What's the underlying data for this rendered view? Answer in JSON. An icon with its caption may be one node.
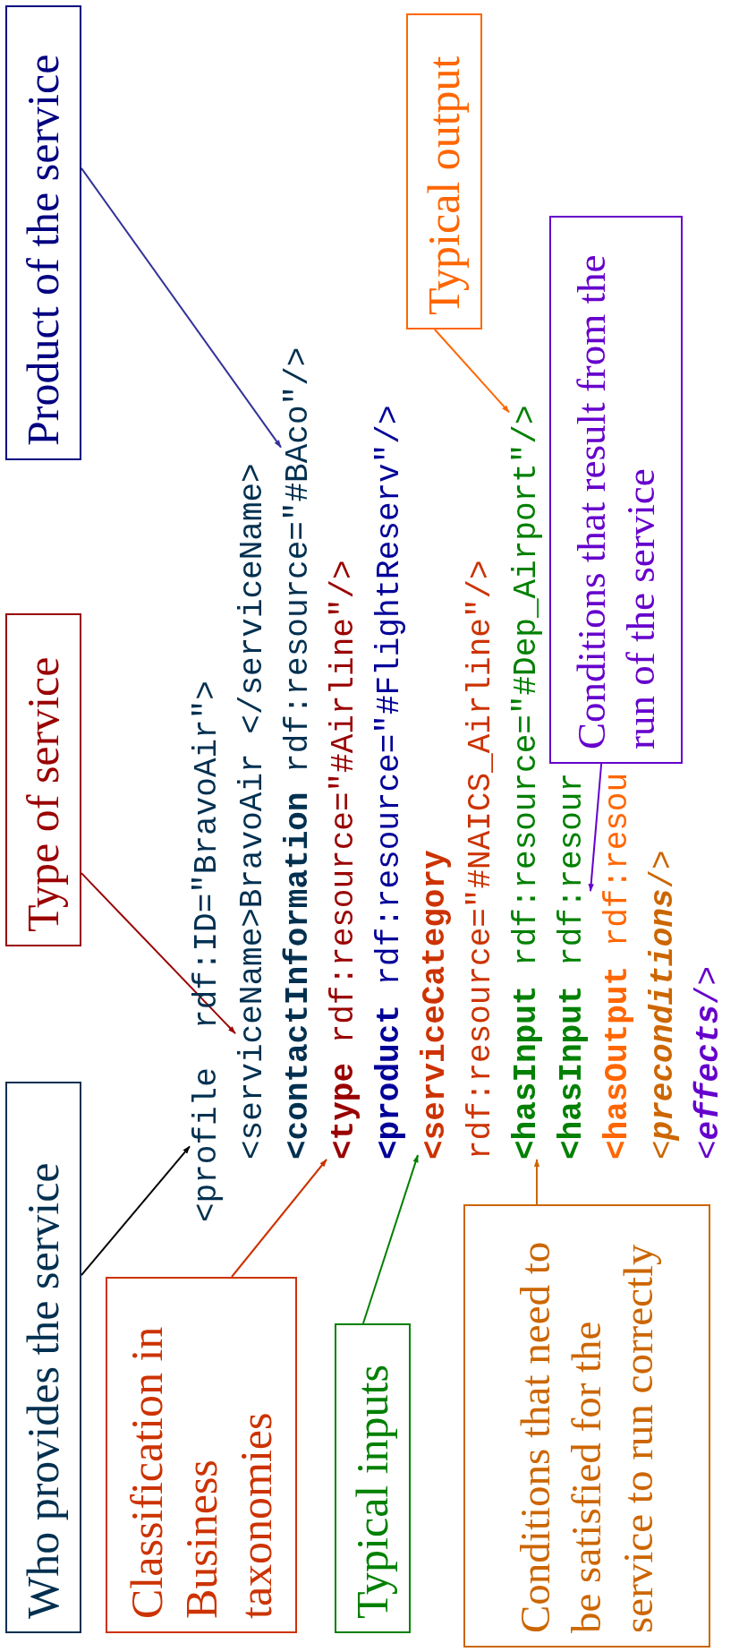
{
  "diagram": {
    "nodes": [
      {
        "text": [
          "Who provides the service"
        ]
      },
      {
        "text": [
          "Classification in Business taxonomies"
        ]
      },
      {
        "text": [
          "Typical inputs"
        ]
      },
      {
        "text": [
          "Conditions that need to be satisfied for the service to run correctly"
        ]
      },
      {
        "text": [
          "Type of service"
        ]
      },
      {
        "text": [
          "Product of the service"
        ]
      },
      {
        "text": [
          "Typical output"
        ]
      },
      {
        "text": [
          "Conditions that result from the run of the service"
        ]
      },
      {
        "text": [
          "<profile  rdf:ID=\"BravoAir\">"
        ]
      },
      {
        "text": [
          "<serviceName>BravoAir </serviceName>"
        ]
      },
      {
        "text": [
          "**<contactInformation** rdf:resource=\"#BAco\"/>"
        ]
      },
      {
        "text": [
          "**<type** rdf:resource=\"#Airline\"/>"
        ]
      },
      {
        "text": [
          "**<product** rdf:resource=\"#FlightReserv\"/>"
        ]
      },
      {
        "text": [
          "**<serviceCategory**"
        ]
      },
      {
        "text": [
          "rdf:resource=\"#NAICS_Airline\"/>"
        ]
      },
      {
        "text": [
          "**<hasInput** rdf:resource=\"#Dep_Airport\"/>"
        ]
      },
      {
        "text": [
          "**<hasInput** rdf:resour"
        ]
      },
      {
        "text": [
          "**<hasOutput** rdf:resou"
        ]
      },
      {
        "text": [
          "<**preconditions**/>"
        ]
      },
      {
        "text": [
          "<**effects**/>"
        ]
      }
    ],
    "edges": [
      {
        "from": 0,
        "to": 8,
        "arrow": "to",
        "color": "#000000"
      },
      {
        "from": 4,
        "to": 9,
        "arrow": "to",
        "color": "#990000"
      },
      {
        "from": 5,
        "to": 10,
        "arrow": "to",
        "color": "#333399"
      },
      {
        "from": 1,
        "to": 11,
        "arrow": "to",
        "color": "#cc3300"
      },
      {
        "from": 2,
        "to": 13,
        "arrow": "to",
        "color": "#008000"
      },
      {
        "from": 3,
        "to": 15,
        "arrow": "to",
        "color": "#cc6600"
      },
      {
        "from": 6,
        "to": 15,
        "arrow": "to",
        "color": "#ff6600"
      },
      {
        "from": 7,
        "to": 16,
        "arrow": "to",
        "color": "#6600cc"
      }
    ]
  }
}
